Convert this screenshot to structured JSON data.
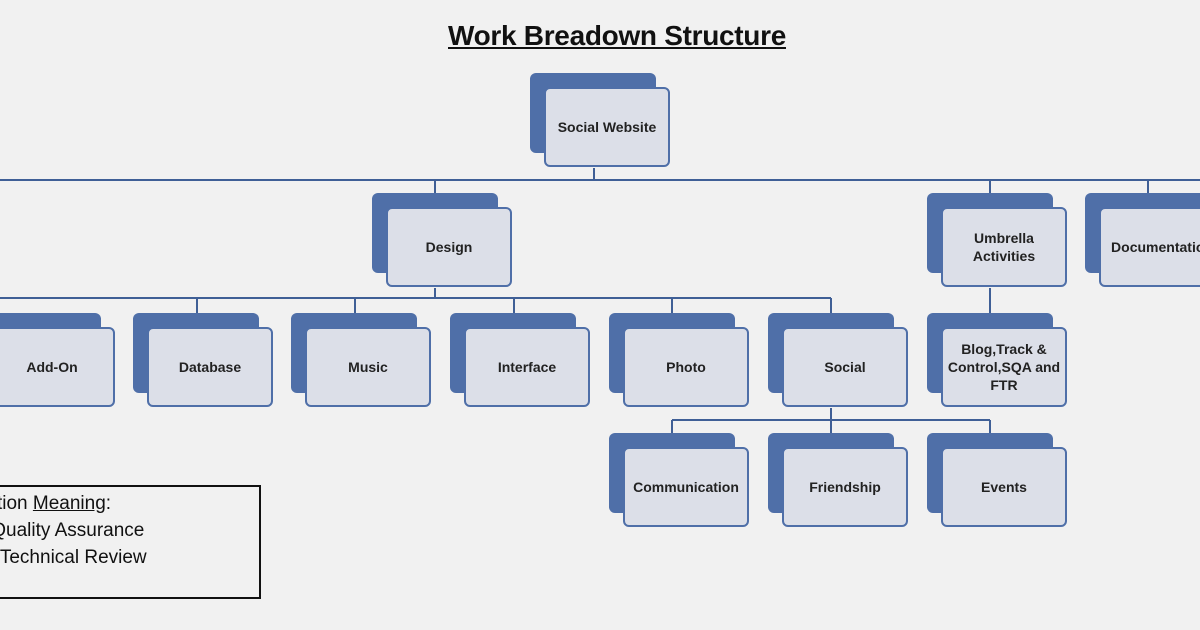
{
  "title": "Work Breadown Structure",
  "colors": {
    "back_box": "#4f6fa8",
    "front_box": "#dcdfe8",
    "connector": "#3f5f96",
    "background": "#f1f1f1"
  },
  "nodes": {
    "root": "Social Website",
    "design": "Design",
    "umbrella": "Umbrella\nActivities",
    "documentation": "Documentation",
    "addon": "Add-On",
    "database": "Database",
    "music": "Music",
    "interface": "Interface",
    "photo": "Photo",
    "social": "Social",
    "blog": "Blog,Track &\nControl,SQA and\nFTR",
    "communication": "Communication",
    "friendship": "Friendship",
    "events": "Events"
  },
  "legend": {
    "heading_prefix": "Abbreviation ",
    "heading_word": "Meaning",
    "heading_suffix": ":",
    "line_1": "SQA - Software Quality Assurance",
    "line_2": "FTR - Formal Technical Review"
  }
}
